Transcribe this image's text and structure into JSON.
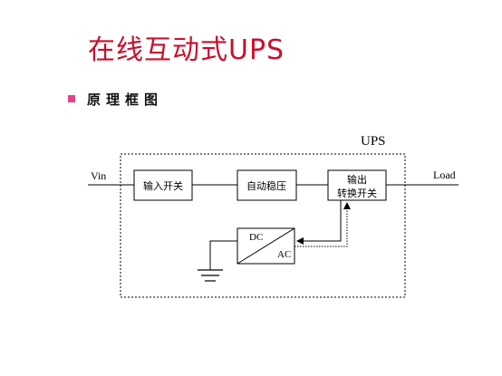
{
  "title": "在线互动式UPS",
  "bullet": {
    "text": "原理框图",
    "marker_color": "#e8408a"
  },
  "title_color": "#c8102e",
  "diagram": {
    "container_label": "UPS",
    "input_label": "Vin",
    "output_label": "Load",
    "blocks": {
      "input_switch": "输入开关",
      "avr": "自动稳压",
      "output_switch_line1": "输出",
      "output_switch_line2": "转换开关",
      "converter_dc": "DC",
      "converter_ac": "AC"
    }
  }
}
